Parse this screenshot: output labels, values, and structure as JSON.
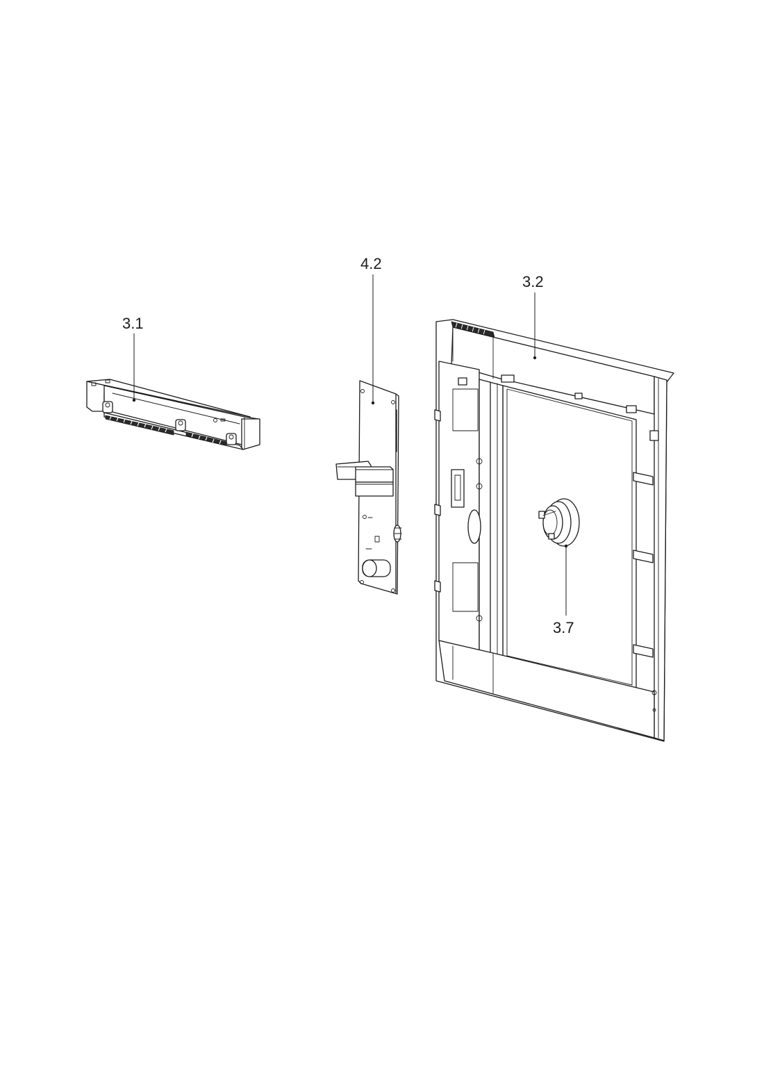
{
  "callouts": {
    "part_3_1": "3.1",
    "part_4_2": "4.2",
    "part_3_2": "3.2",
    "part_3_7": "3.7"
  }
}
